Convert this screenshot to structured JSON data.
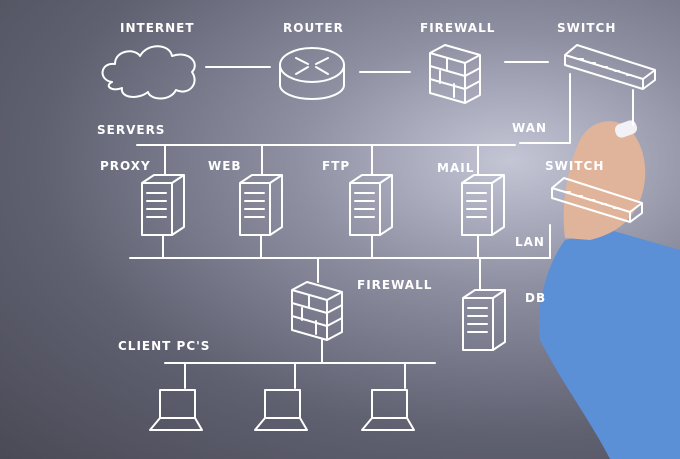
{
  "labels": {
    "internet": "INTERNET",
    "router": "ROUTER",
    "firewall_top": "FIREWALL",
    "switch_top": "SWITCH",
    "servers": "SERVERS",
    "wan": "WAN",
    "proxy": "PROXY",
    "web": "WEB",
    "ftp": "FTP",
    "mail": "MAIL",
    "switch_lan": "SWITCH",
    "lan": "LAN",
    "firewall_bottom": "FIREWALL",
    "db": "DB",
    "client_pcs": "CLIENT PC'S"
  },
  "colors": {
    "line": "#ffffff",
    "background": "#6a6b7a",
    "shirt": "#5b8fd6"
  }
}
